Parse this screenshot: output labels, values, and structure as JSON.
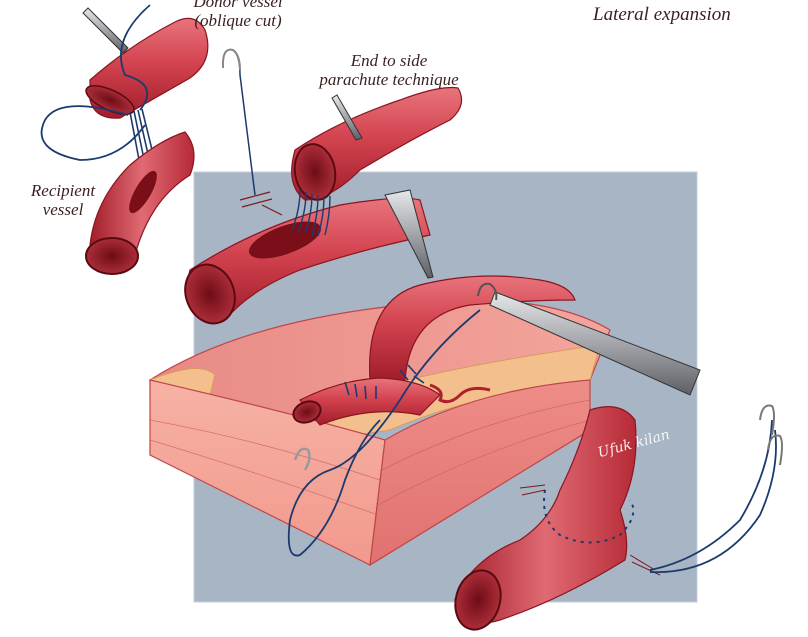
{
  "figure": {
    "title": "Lateral expansion",
    "labels": {
      "donor_vessel": [
        "Donor vessel",
        "(oblique cut)"
      ],
      "end_to_side": [
        "End to side",
        "parachute technique"
      ],
      "recipient_vessel": [
        "Recipient",
        "vessel"
      ]
    },
    "signature": "Ufuk kilan",
    "colors": {
      "background_panel": "#a7b5c4",
      "vessel": "#c8323f",
      "vessel_highlight": "#e8747c",
      "vessel_dark": "#7a0f1a",
      "suture": "#1d3a6e",
      "tissue_muscle": "#f0a29a",
      "tissue_fat": "#f3c08d",
      "instrument": "#a8a9ad"
    }
  }
}
